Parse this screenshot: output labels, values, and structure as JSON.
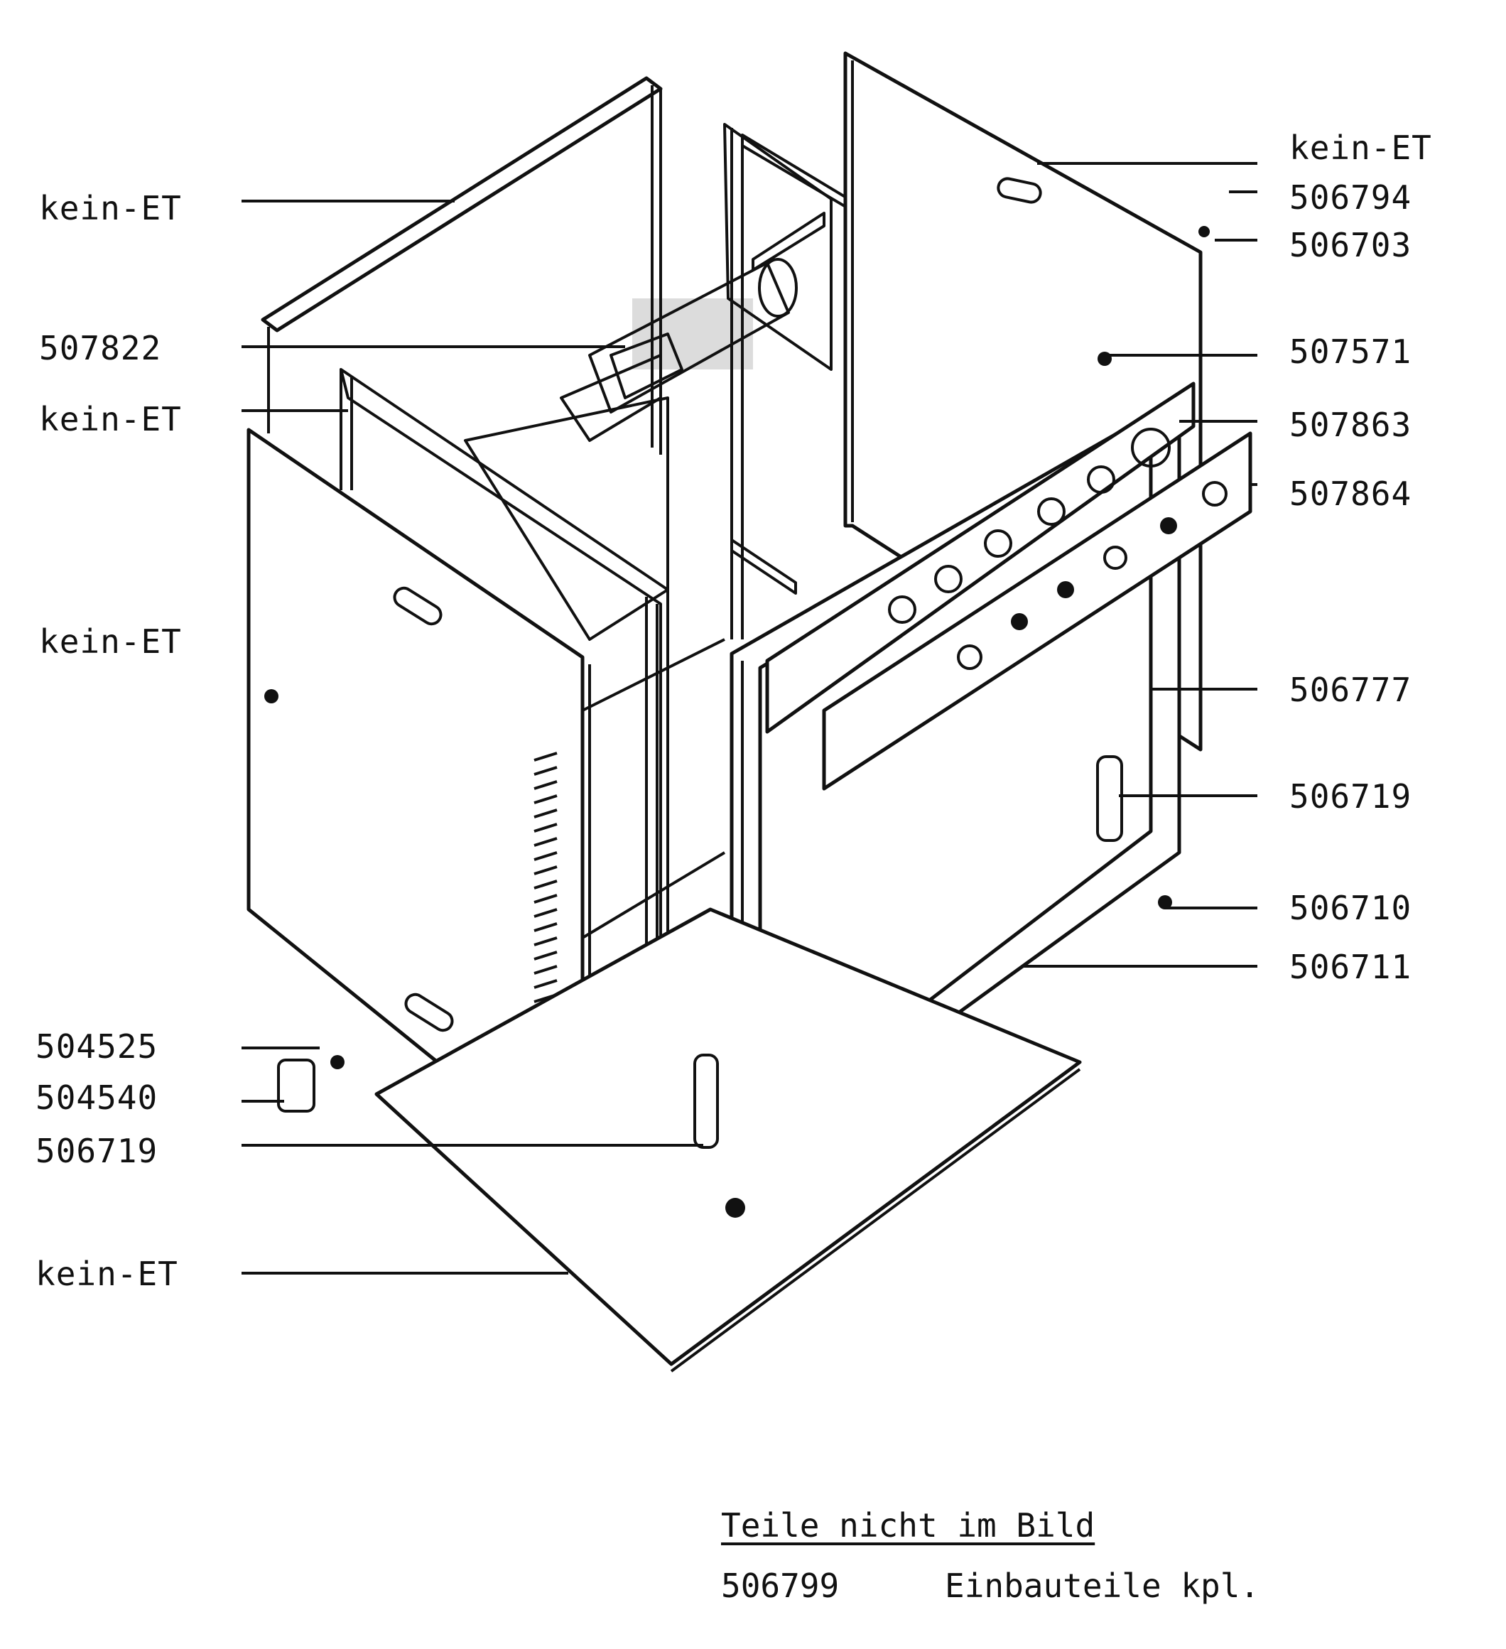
{
  "labels": {
    "l_kein1": "kein-ET",
    "l_507822": "507822",
    "l_kein2": "kein-ET",
    "l_kein3": "kein-ET",
    "l_504525": "504525",
    "l_504540": "504540",
    "l_506719a": "506719",
    "l_kein4": "kein-ET",
    "r_kein": "kein-ET",
    "r_506794": "506794",
    "r_506703": "506703",
    "r_507571": "507571",
    "r_507863": "507863",
    "r_507864": "507864",
    "r_506777": "506777",
    "r_506719b": "506719",
    "r_506710": "506710",
    "r_506711": "506711"
  },
  "legend": {
    "title": "Teile nicht im Bild",
    "items": [
      {
        "number": "506799",
        "description": "Einbauteile kpl."
      }
    ]
  }
}
